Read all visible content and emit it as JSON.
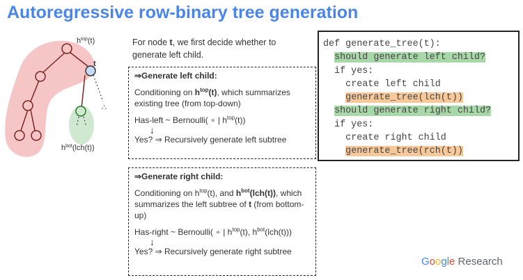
{
  "title": "Autoregressive row-binary tree generation",
  "tree": {
    "label_htop": "h",
    "label_htop_sup": "top",
    "label_htop_arg": "(t)",
    "label_t": "t",
    "label_hbot": "h",
    "label_hbot_sup": "bot",
    "label_hbot_arg": "(lch(t))"
  },
  "intro": {
    "part1": "For node ",
    "node": "t",
    "part2": ", we first decide whether to generate left child."
  },
  "left_box": {
    "heading": "⇒Generate left child:",
    "cond_prefix": "Conditioning on ",
    "cond_h": "h",
    "cond_sup": "top",
    "cond_arg": "(t)",
    "cond_suffix": ", which summarizes existing tree (from top-down)",
    "has_prefix": "Has-left ~ Bernoulli( ∘ | h",
    "has_sup": "top",
    "has_suffix": "(t))",
    "arrow": "↓",
    "yes": "Yes? ⇒ Recursively generate left subtree"
  },
  "right_box": {
    "heading": "⇒Generate right child:",
    "cond_prefix": "Conditioning on h",
    "cond_sup1": "top",
    "cond_mid": "(t), and ",
    "cond_h2": "h",
    "cond_sup2": "bot",
    "cond_arg2": "(lch(t))",
    "cond_suffix": ", which summarizes the left subtree of ",
    "cond_t": "t",
    "cond_end": " (from bottom-up)",
    "has_prefix": "Has-right ~ Bernoulli( ∘ | h",
    "has_sup1": "top",
    "has_mid": "(t), h",
    "has_sup2": "bot",
    "has_suffix": "(lch(t)))",
    "arrow": "↓",
    "yes": "Yes? ⇒ Recursively generate right subtree"
  },
  "code": {
    "l1": "def generate_tree(t):",
    "l2": "should generate left child?",
    "l3": "if yes:",
    "l4": "create left child",
    "l5": "generate_tree(lch(t))",
    "l6": "should generate right child?",
    "l7": "if yes:",
    "l8": "create right child",
    "l9": "generate_tree(rch(t))"
  },
  "logo": {
    "g1": "G",
    "g2": "o",
    "g3": "o",
    "g4": "g",
    "g5": "l",
    "g6": "e",
    "research": " Research"
  },
  "colors": {
    "title": "#4a86e8",
    "highlight_green": "#a8d8a8",
    "highlight_orange": "#f7c99a",
    "tree_bg": "#f6c6c6",
    "tree_leaf_bg": "#cfe8cf",
    "node_t": "#c9daf8"
  }
}
